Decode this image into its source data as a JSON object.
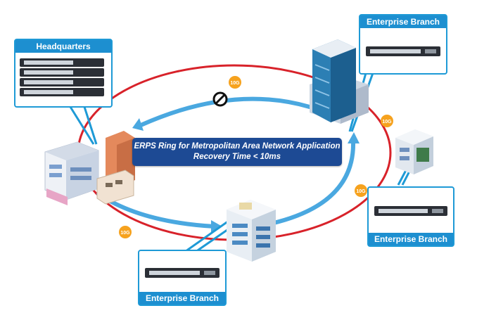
{
  "banner": {
    "line1": "ERPS Ring for Metropolitan Area Network Application",
    "line2": "Recovery Time < 10ms"
  },
  "nodes": {
    "headquarters": {
      "title": "Headquarters"
    },
    "branch_top_right": {
      "title": "Enterprise Branch"
    },
    "branch_right": {
      "title": "Enterprise Branch"
    },
    "branch_bottom": {
      "title": "Enterprise Branch"
    }
  },
  "link_labels": [
    "10G",
    "10G",
    "10G",
    "10G"
  ],
  "blocked_link_icon": "blocked-circle-icon",
  "colors": {
    "ring": "#d8222a",
    "flow": "#4aa8e0",
    "badge": "#f6a21e",
    "card_header": "#1d8fd0",
    "banner": "#1d4a94"
  }
}
